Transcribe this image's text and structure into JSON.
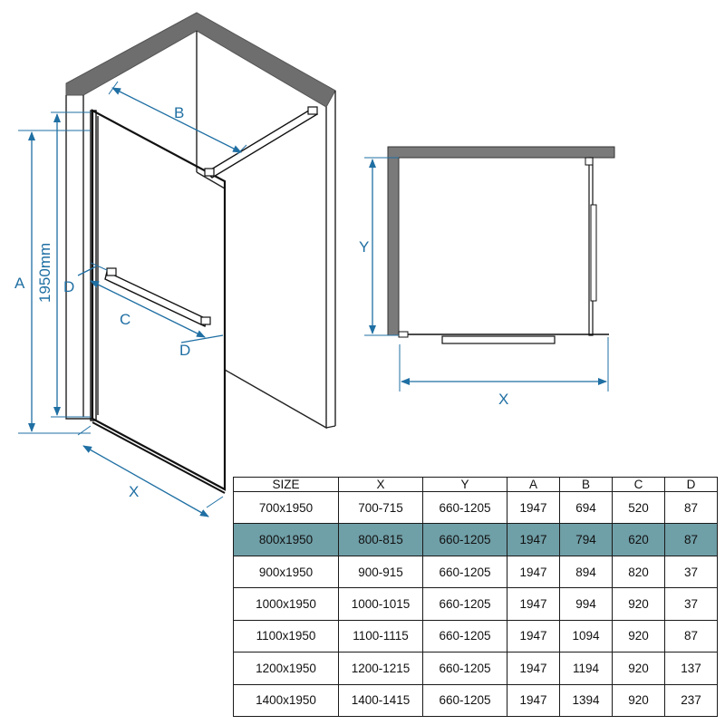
{
  "labels": {
    "B": "B",
    "A": "A",
    "height": "1950mm",
    "D_top": "D",
    "C": "C",
    "D_bottom": "D",
    "X_left": "X",
    "Y": "Y",
    "X_right": "X"
  },
  "table": {
    "headers": [
      "SIZE",
      "X",
      "Y",
      "A",
      "B",
      "C",
      "D"
    ],
    "highlight_row": 1,
    "highlight_color": "#6f9fa7",
    "rows": [
      [
        "700x1950",
        "700-715",
        "660-1205",
        "1947",
        "694",
        "520",
        "87"
      ],
      [
        "800x1950",
        "800-815",
        "660-1205",
        "1947",
        "794",
        "620",
        "87"
      ],
      [
        "900x1950",
        "900-915",
        "660-1205",
        "1947",
        "894",
        "820",
        "37"
      ],
      [
        "1000x1950",
        "1000-1015",
        "660-1205",
        "1947",
        "994",
        "920",
        "37"
      ],
      [
        "1100x1950",
        "1100-1115",
        "660-1205",
        "1947",
        "1094",
        "920",
        "87"
      ],
      [
        "1200x1950",
        "1200-1215",
        "660-1205",
        "1947",
        "1194",
        "920",
        "137"
      ],
      [
        "1400x1950",
        "1400-1415",
        "660-1205",
        "1947",
        "1394",
        "920",
        "237"
      ]
    ]
  },
  "colors": {
    "dimension": "#1f6fa3",
    "wall_top": "#6e6e6e"
  }
}
